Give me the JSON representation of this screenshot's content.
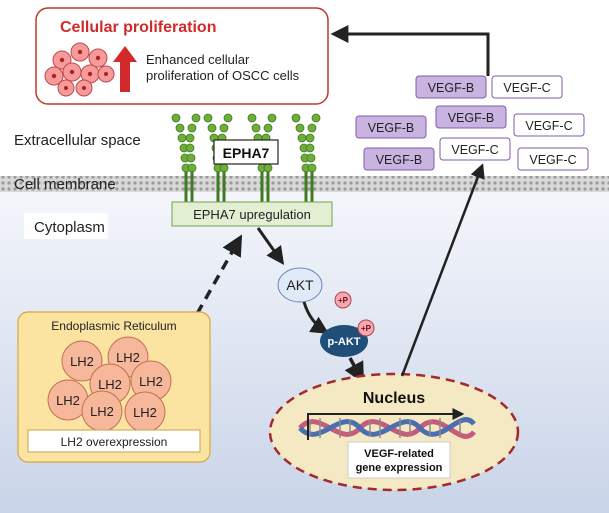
{
  "proliferation_box": {
    "title": "Cellular proliferation",
    "description_line1": "Enhanced cellular",
    "description_line2": "proliferation of OSCC cells"
  },
  "regions": {
    "extracellular": "Extracellular space",
    "membrane": "Cell membrane",
    "cytoplasm": "Cytoplasm"
  },
  "receptor": {
    "name": "EPHA7",
    "upregulation": "EPHA7 upregulation"
  },
  "signaling": {
    "akt": "AKT",
    "phospho": "+P",
    "p_akt": "p-AKT"
  },
  "er": {
    "title": "Endoplasmic Reticulum",
    "lh2_label": "LH2",
    "overexpression": "LH2 overexpression"
  },
  "nucleus": {
    "title": "Nucleus",
    "expression_line1": "VEGF-related",
    "expression_line2": "gene expression"
  },
  "vegf": {
    "b_label": "VEGF-B",
    "c_label": "VEGF-C"
  },
  "colors": {
    "red_accent": "#d22a2a",
    "receptor_green": "#6fae3c",
    "vegf_b_fill": "#c9b3e0",
    "vegf_border": "#7f5ea8",
    "er_fill": "#fbe3a2",
    "lh2_fill": "#f7b79b",
    "nucleus_fill": "#f5e9c4"
  }
}
